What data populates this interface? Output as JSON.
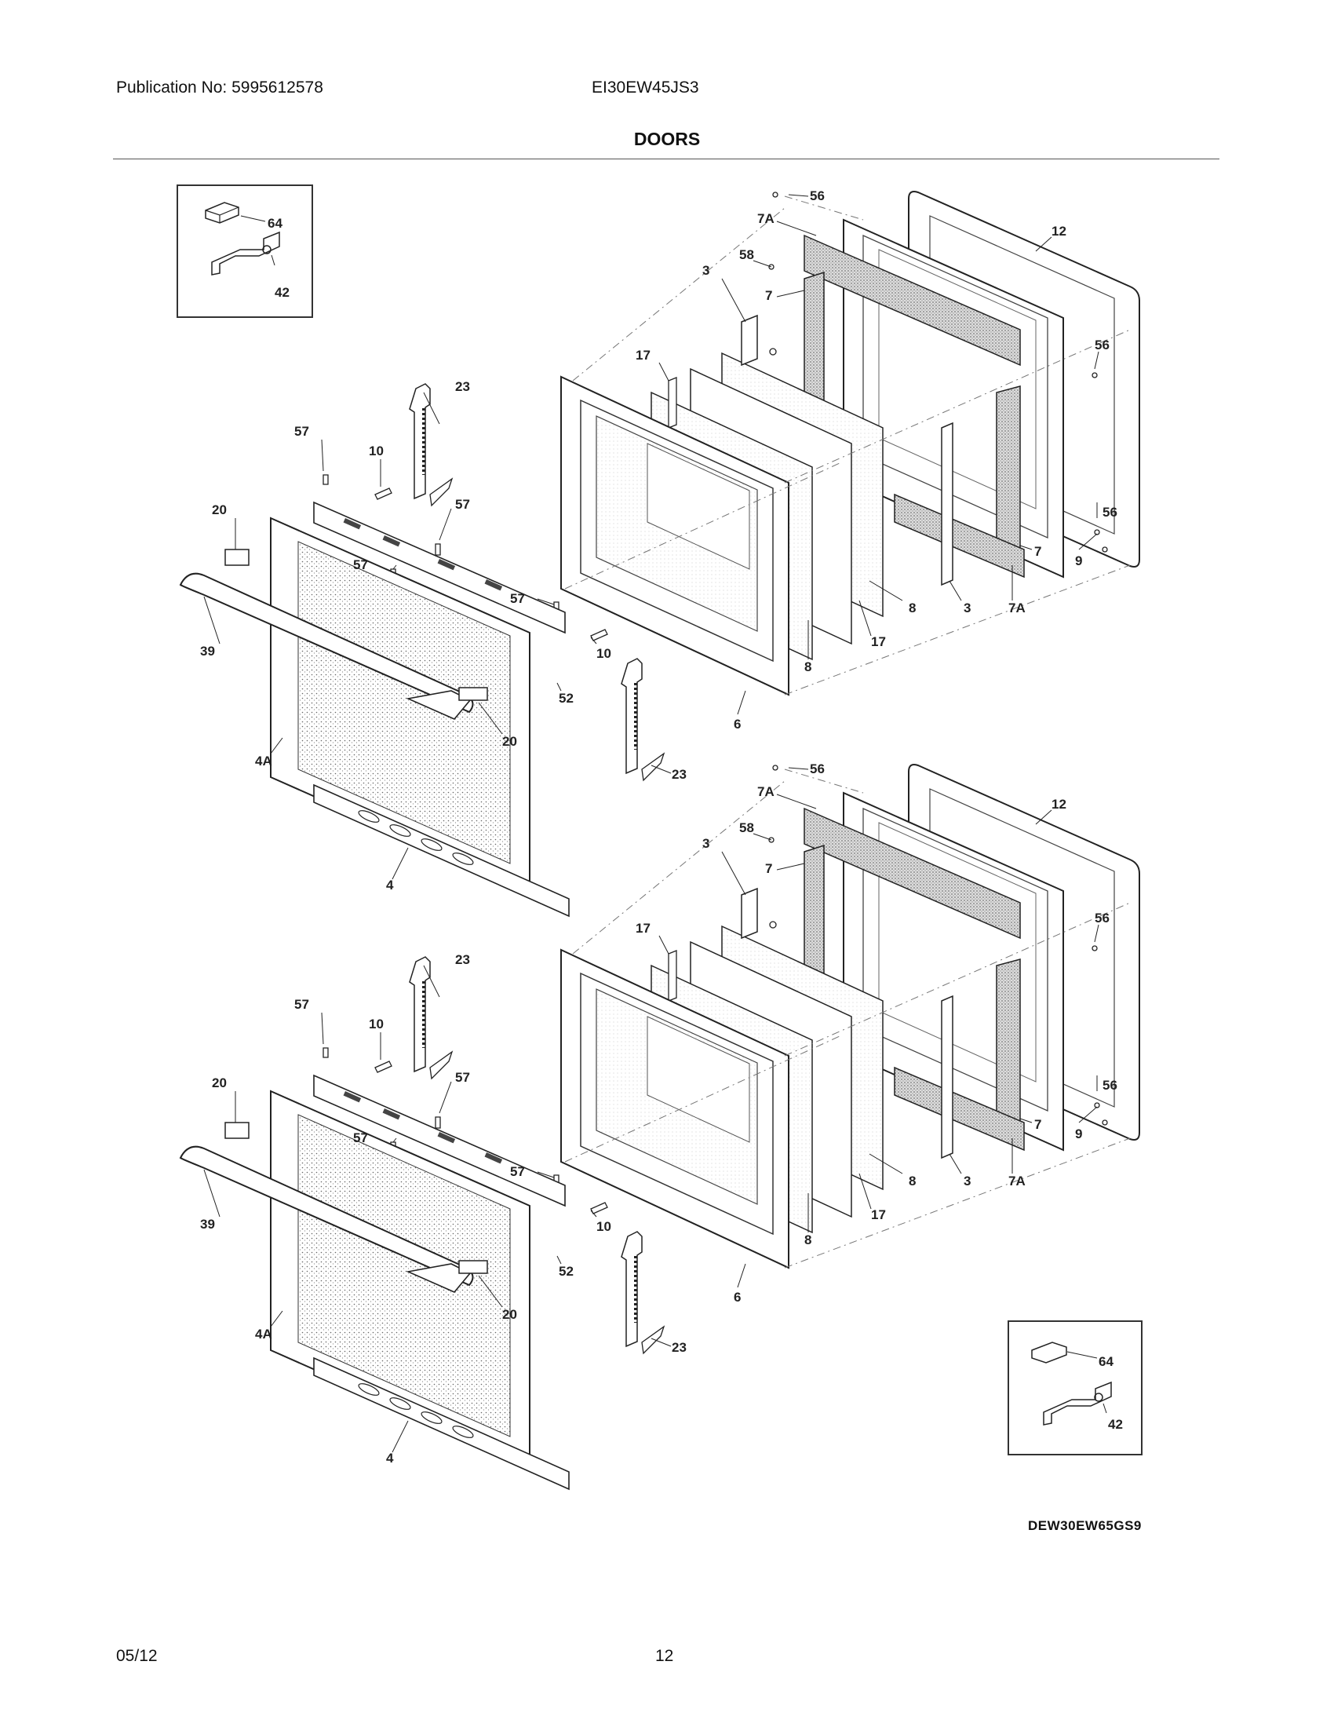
{
  "header": {
    "publication": "Publication No: 5995612578",
    "model": "EI30EW45JS3",
    "title": "DOORS"
  },
  "diagram": {
    "labels": [
      "64",
      "42",
      "56",
      "7A",
      "12",
      "58",
      "3",
      "7",
      "56",
      "17",
      "23",
      "57",
      "10",
      "20",
      "57",
      "57",
      "57",
      "10",
      "9",
      "56",
      "7",
      "8",
      "3",
      "7A",
      "17",
      "8",
      "39",
      "52",
      "6",
      "20",
      "4A",
      "23",
      "4"
    ],
    "code": "DEW30EW65GS9"
  },
  "footer": {
    "date": "05/12",
    "page": "12"
  }
}
